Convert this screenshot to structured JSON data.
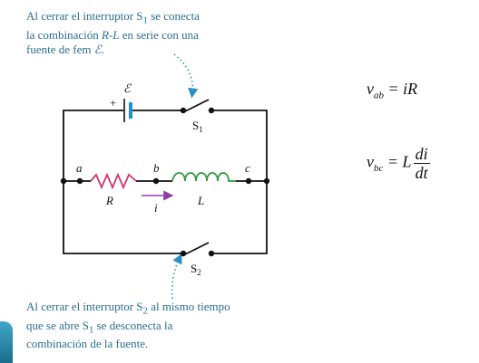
{
  "caption_top": {
    "line1_pre": "Al cerrar el interruptor S",
    "line1_sub": "1",
    "line1_post": " se conecta",
    "line2_pre": "la combinación ",
    "line2_rl": "R-L",
    "line2_post": " en serie con una",
    "line3_pre": "fuente de fem ",
    "line3_emf": "ℰ",
    "line3_post": "."
  },
  "caption_bottom": {
    "line1_pre": "Al cerrar el interruptor S",
    "line1_sub": "2",
    "line1_post": " al mismo tiempo",
    "line2_pre": "que se abre S",
    "line2_sub": "1",
    "line2_post": " se desconecta la",
    "line3": "combinación de la fuente."
  },
  "circuit": {
    "emf_symbol": "ℰ",
    "plus": "+",
    "switch1": "S",
    "switch1_sub": "1",
    "switch2": "S",
    "switch2_sub": "2",
    "node_a": "a",
    "node_b": "b",
    "node_c": "c",
    "resistor": "R",
    "inductor": "L",
    "current": "i"
  },
  "equations": {
    "eq1_lhs": "v",
    "eq1_sub": "ab",
    "eq1_rhs": " = iR",
    "eq2_lhs": "v",
    "eq2_sub": "bc",
    "eq2_mid": " = L",
    "eq2_num": "di",
    "eq2_den": "dt"
  },
  "colors": {
    "caption": "#2a6f8f",
    "resistor": "#d6336c",
    "inductor": "#2e9a3a",
    "battery": "#1e90d6",
    "current_arrow": "#8e3fa6",
    "dotted_pointer": "#2a8fc4"
  }
}
